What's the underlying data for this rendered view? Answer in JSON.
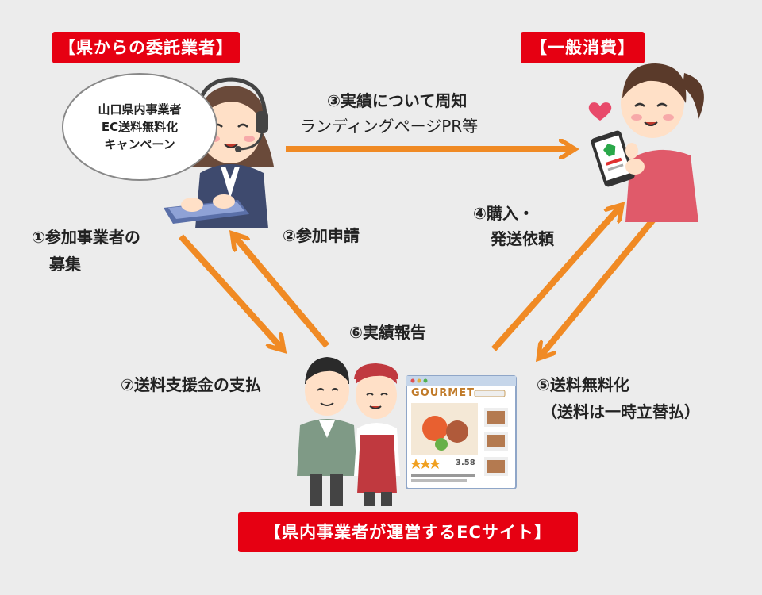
{
  "labels": {
    "prefecture_contractor": "【県からの委託業者】",
    "general_consumer": "【一般消費】",
    "ec_site": "【県内事業者が運営するECサイト】"
  },
  "bubble": {
    "line1": "山口県内事業者",
    "line2": "EC送料無料化",
    "line3": "キャンペーン"
  },
  "steps": {
    "s1_line1": "①参加事業者の",
    "s1_line2": "募集",
    "s2": "②参加申請",
    "s3_title": "③実績について周知",
    "s3_sub": "ランディングページPR等",
    "s4_line1": "④購入・",
    "s4_line2": "発送依頼",
    "s5_title": "⑤送料無料化",
    "s5_sub": "（送料は一時立替払）",
    "s6": "⑥実績報告",
    "s7": "⑦送料支援金の支払"
  },
  "website": {
    "logo_text": "GOURMET",
    "rating": "3.58"
  },
  "colors": {
    "label_red": "#e60012",
    "arrow_orange": "#f08a24",
    "background": "#ececec"
  }
}
